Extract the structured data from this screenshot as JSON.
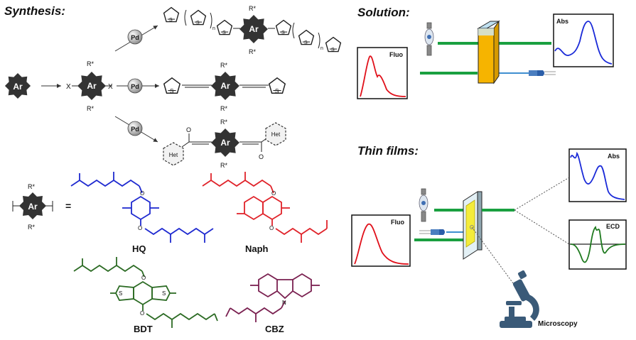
{
  "headings": {
    "synthesis": "Synthesis:",
    "solution": "Solution:",
    "thin_films": "Thin films:"
  },
  "core": {
    "label": "Ar",
    "substituent": "R*",
    "halogen": "X",
    "catalyst": "Pd",
    "equals": "=",
    "thiophene_atom": "S",
    "repeat_index": "n",
    "heterocycle": "Het"
  },
  "cores": [
    {
      "name": "HQ",
      "color": "#1f2ad0"
    },
    {
      "name": "Naph",
      "color": "#e0232a"
    },
    {
      "name": "BDT",
      "color": "#2c6b24"
    },
    {
      "name": "CBZ",
      "color": "#7a2050"
    }
  ],
  "heteroatoms": {
    "oxygen": "O",
    "nitrogen": "N"
  },
  "solution_panel": {
    "abs_label": "Abs",
    "fluo_label": "Fluo"
  },
  "films_panel": {
    "abs_label": "Abs",
    "ecd_label": "ECD",
    "fluo_label": "Fluo",
    "microscopy_label": "Microscopy"
  },
  "colors": {
    "beam": "#1aa040",
    "absorption_curve": "#1a2ad8",
    "fluorescence_curve": "#e0101a",
    "ecd_curve": "#1f7a1f",
    "cuvette_fill": "#f6b400",
    "microscope": "#3a5a78"
  }
}
